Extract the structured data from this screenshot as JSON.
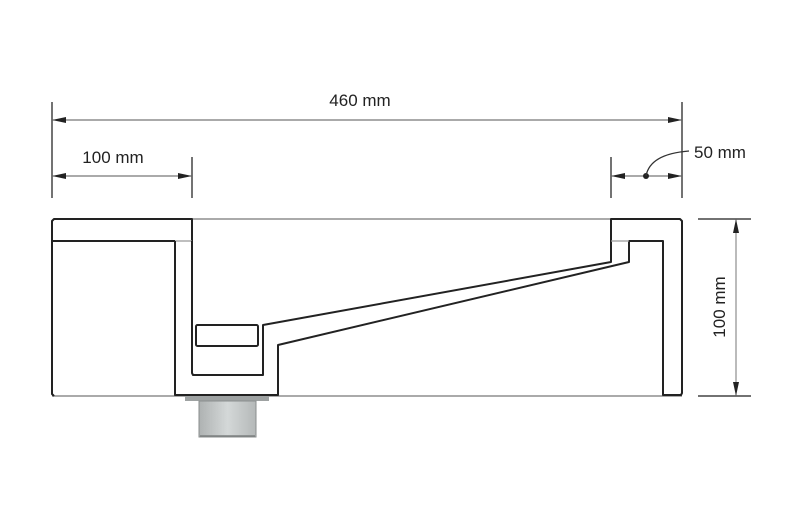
{
  "diagram": {
    "type": "technical-cross-section",
    "subject": "sink / basin cross-section with drain",
    "colors": {
      "outline": "#1a1a1a",
      "dimension_line": "#444444",
      "drain_fill": "#c4c8c8",
      "drain_edge": "#8a8e8e",
      "background": "#ffffff"
    },
    "dimensions": {
      "overall_width": {
        "label": "460 mm",
        "value": 460,
        "unit": "mm"
      },
      "left_ledge_width": {
        "label": "100 mm",
        "value": 100,
        "unit": "mm"
      },
      "right_rim_width": {
        "label": "50 mm",
        "value": 50,
        "unit": "mm"
      },
      "height": {
        "label": "100 mm",
        "value": 100,
        "unit": "mm"
      }
    },
    "components": [
      {
        "name": "left-ledge",
        "label": ""
      },
      {
        "name": "basin-channel",
        "label": ""
      },
      {
        "name": "sloped-floor",
        "label": ""
      },
      {
        "name": "right-rim",
        "label": ""
      },
      {
        "name": "drain-outlet",
        "label": ""
      }
    ]
  }
}
